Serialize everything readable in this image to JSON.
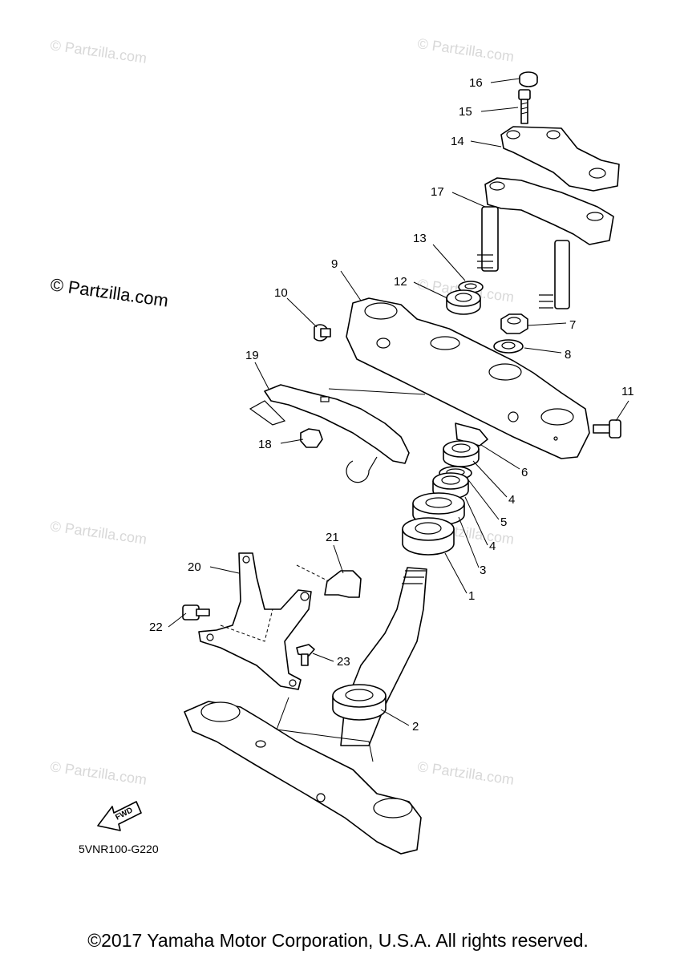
{
  "watermarks": {
    "small": "© Partzilla.com",
    "large": "© Partzilla.com"
  },
  "callouts": {
    "p1": "1",
    "p2": "2",
    "p3": "3",
    "p4a": "4",
    "p4b": "4",
    "p5": "5",
    "p6": "6",
    "p7": "7",
    "p8": "8",
    "p9": "9",
    "p10": "10",
    "p11": "11",
    "p12": "12",
    "p13": "13",
    "p14": "14",
    "p15": "15",
    "p16": "16",
    "p17": "17",
    "p18": "18",
    "p19": "19",
    "p20": "20",
    "p21": "21",
    "p22": "22",
    "p23": "23"
  },
  "fwd_label": "FWD",
  "diagram_code": "5VNR100-G220",
  "copyright": "©2017 Yamaha Motor Corporation, U.S.A. All rights reserved."
}
